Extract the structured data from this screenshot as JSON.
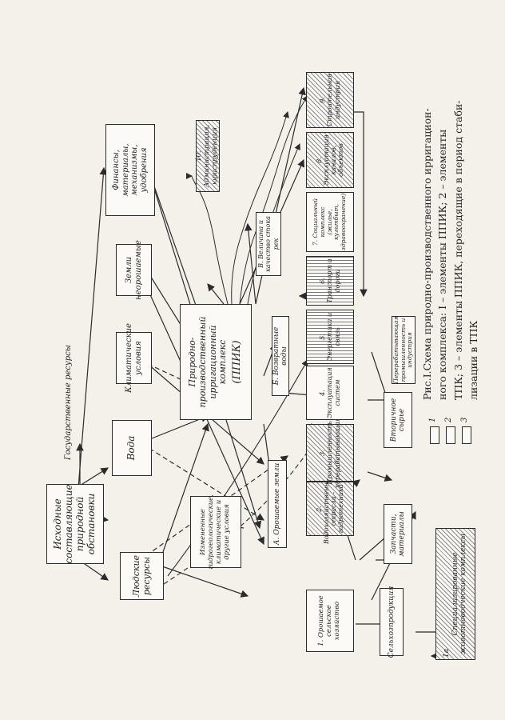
{
  "nodes": {
    "source": "Исходные составляющие природной обстановки",
    "state_res": "Государственные ресурсы",
    "people": "Людские ресурсы",
    "water": "Вода",
    "climate": "Климатические условия",
    "lands_unreclaimed": "Земли неорошаемые",
    "finance": "Финансы, материалы, механизмы, удобрения",
    "changed": "Измененные гидрогеологические, климатические и другие условия",
    "ppik": "Природно-производственный ирригационный комплекс",
    "ppik_abbr": "(ППИК)",
    "admin": "10. Администрация, юриспруденция",
    "a_lands": "А. Орошаемые земли",
    "b_water": "Б. Возвратные воды",
    "v_drain": "В. Величина и качество стока рек",
    "agri": "1. Орошаемое сельское хозяйство",
    "e2": "2. Водохозяйственные отрасли - гидротехника",
    "e3": "3. Промышленность перерабатывающая",
    "e4": "4. Эксплуатация систем",
    "e5": "5. Энергетика и связь",
    "e6": "6. Транспорт и дороги",
    "e7": "7. Социальный комплекс (жилье, культбыт, здравоохранение)",
    "e8": "8. Эксплуатация каналов, объектов",
    "e9": "9. Строительная индустрия",
    "agro_industry": "Сельхозпродукция",
    "parts": "Запчасти, материалы",
    "secondary": "Вторичное сырье",
    "processing": "Перерабатывающая промышленность и индустрия",
    "special_num": "1а",
    "special": "Специализированные животноводческие комплексы"
  },
  "legend": {
    "n1": "1",
    "n2": "2",
    "n3": "3"
  },
  "caption": {
    "line1": "Рис.I.Схема природно-производственного ирригацион-",
    "line2": "ного комплекса: I – элементы ППИК; 2 – элементы",
    "line3": "ТПК; 3 – элементы ППИК, переходящие в период стаби-",
    "line4": "лизации в ТПК"
  }
}
